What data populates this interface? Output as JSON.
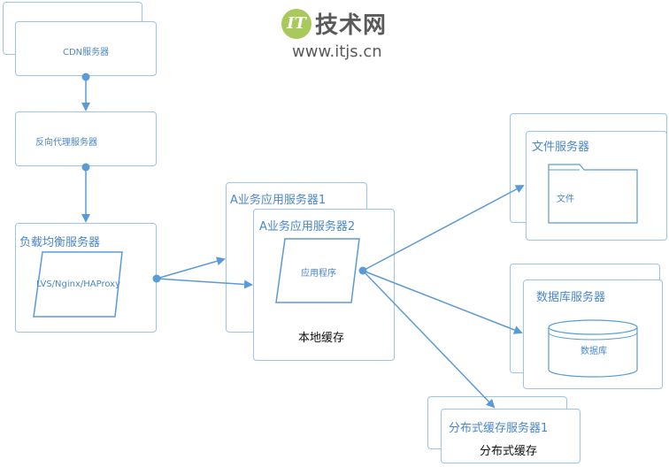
{
  "watermark": {
    "logo": "IT",
    "brand": "技术网",
    "url": "www.itjs.cn"
  },
  "nodes": {
    "cdn": "CDN服务器",
    "reverse_proxy": "反向代理服务器",
    "load_balancer": "负载均衡服务器",
    "lb_software": "LVS/Nginx/HAProxy",
    "app1": "A业务应用服务器1",
    "app2": "A业务应用服务器2",
    "app_program": "应用程序",
    "local_cache": "本地缓存",
    "file_server": "文件服务器",
    "file_folder": "文件",
    "db_server": "数据库服务器",
    "db_cylinder": "数据库",
    "dist_cache_server": "分布式缓存服务器1",
    "dist_cache": "分布式缓存"
  },
  "colors": {
    "line": "#5b9bd5",
    "border": "#9dc3e6",
    "label": "#4a86c8"
  }
}
